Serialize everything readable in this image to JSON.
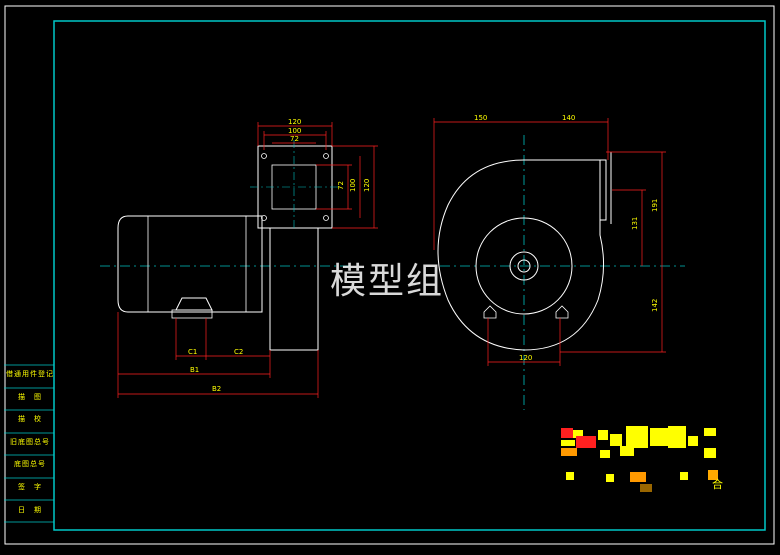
{
  "watermark": "模型组",
  "side_labels": [
    "借通用件登记",
    "描　图",
    "描　校",
    "旧底图总号",
    "底图总号",
    "签　字",
    "日　期"
  ],
  "dims": {
    "top_120": "120",
    "top_100": "100",
    "top_72": "72",
    "right_72": "72",
    "right_100": "100",
    "right_120": "120",
    "c1": "C1",
    "c2": "C2",
    "b1": "B1",
    "b2": "B2",
    "d150": "150",
    "d140": "140",
    "d191": "191",
    "d131": "131",
    "d142": "142",
    "d120_bottom": "120"
  },
  "title_block_partial": "合",
  "colors": {
    "frame": "#00c8c8",
    "line": "#ffffff",
    "dim": "#ff2020",
    "center": "#00c0c0",
    "text": "#ffff00"
  }
}
